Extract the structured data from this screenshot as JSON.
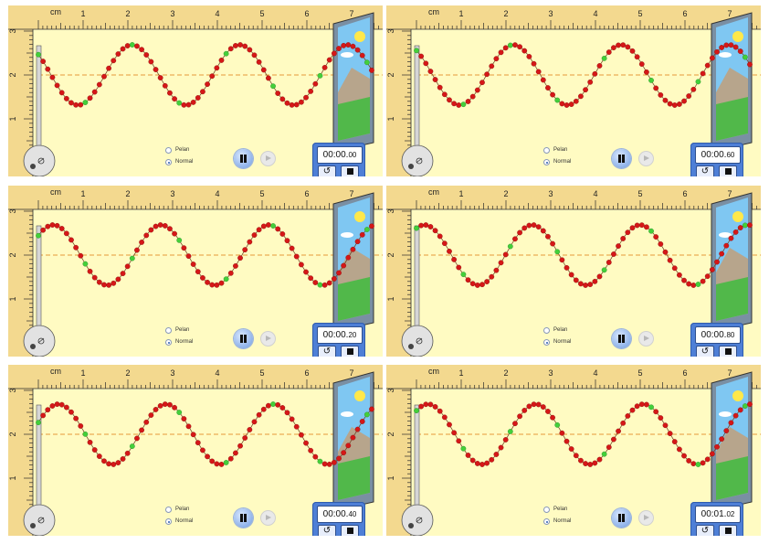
{
  "ui": {
    "unit_label": "cm",
    "ruler_top_ticks": [
      "1",
      "2",
      "3",
      "4",
      "5",
      "6",
      "7"
    ],
    "ruler_left_ticks": [
      "3",
      "2",
      "1"
    ],
    "damping_options": [
      "Pelan",
      "Normal"
    ],
    "selected_option": "Normal",
    "reset_glyph": "↺"
  },
  "panels": [
    {
      "time_main": "00:00.",
      "time_frac": "00"
    },
    {
      "time_main": "00:00.",
      "time_frac": "60"
    },
    {
      "time_main": "00:00.",
      "time_frac": "20"
    },
    {
      "time_main": "00:00.",
      "time_frac": "80"
    },
    {
      "time_main": "00:00.",
      "time_frac": "40"
    },
    {
      "time_main": "00:01.",
      "time_frac": "02"
    }
  ],
  "colors": {
    "background": "#fffbc2",
    "ruler": "#f3d98f",
    "bead_red": "#d51717",
    "bead_green": "#43cf3a",
    "equilibrium_line": "#e69a3a",
    "timer_blue": "#4e7fd6",
    "pause_blue": "#8eb2ea"
  },
  "icons": [
    "pause-icon",
    "step-icon",
    "reset-icon",
    "stop-icon",
    "window-icon",
    "oscillator-knob-icon",
    "sun-icon"
  ]
}
